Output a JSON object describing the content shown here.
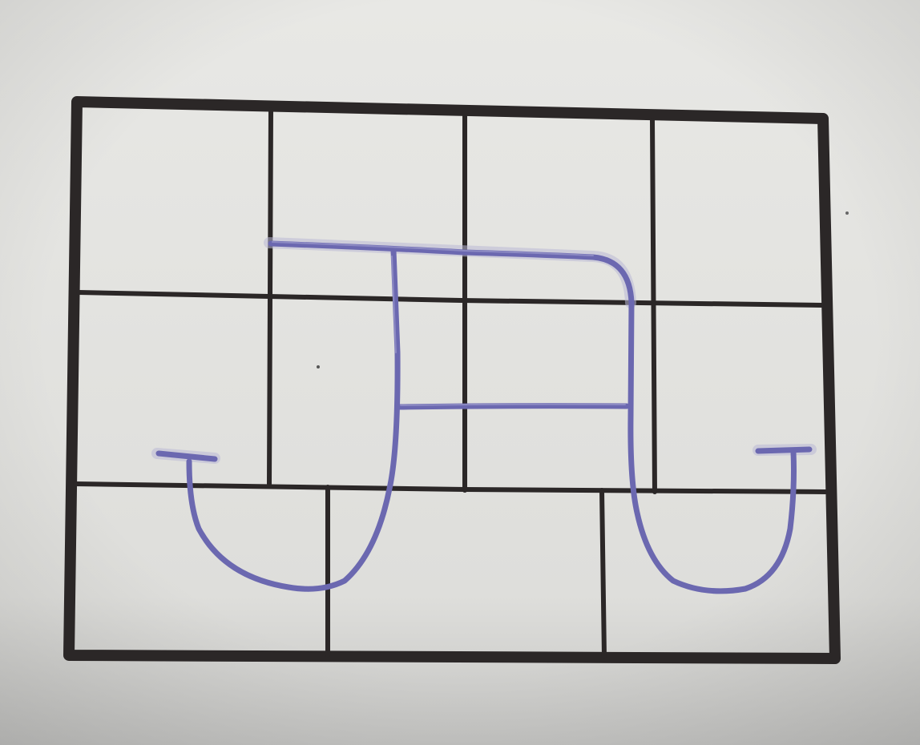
{
  "photo": {
    "paper_color": "#e6e6e3",
    "shadow_color": "#b8b8b6",
    "grid_ink_color": "#2b2727",
    "drawing_ink_color": "#6b68b0",
    "drawing_highlight_color": "#9a98cc",
    "grid": {
      "upper_rows": 2,
      "upper_columns": 4,
      "bottom_row_columns": 3
    },
    "drawing_icon": "purple-pen-hooked-shape-icon"
  }
}
